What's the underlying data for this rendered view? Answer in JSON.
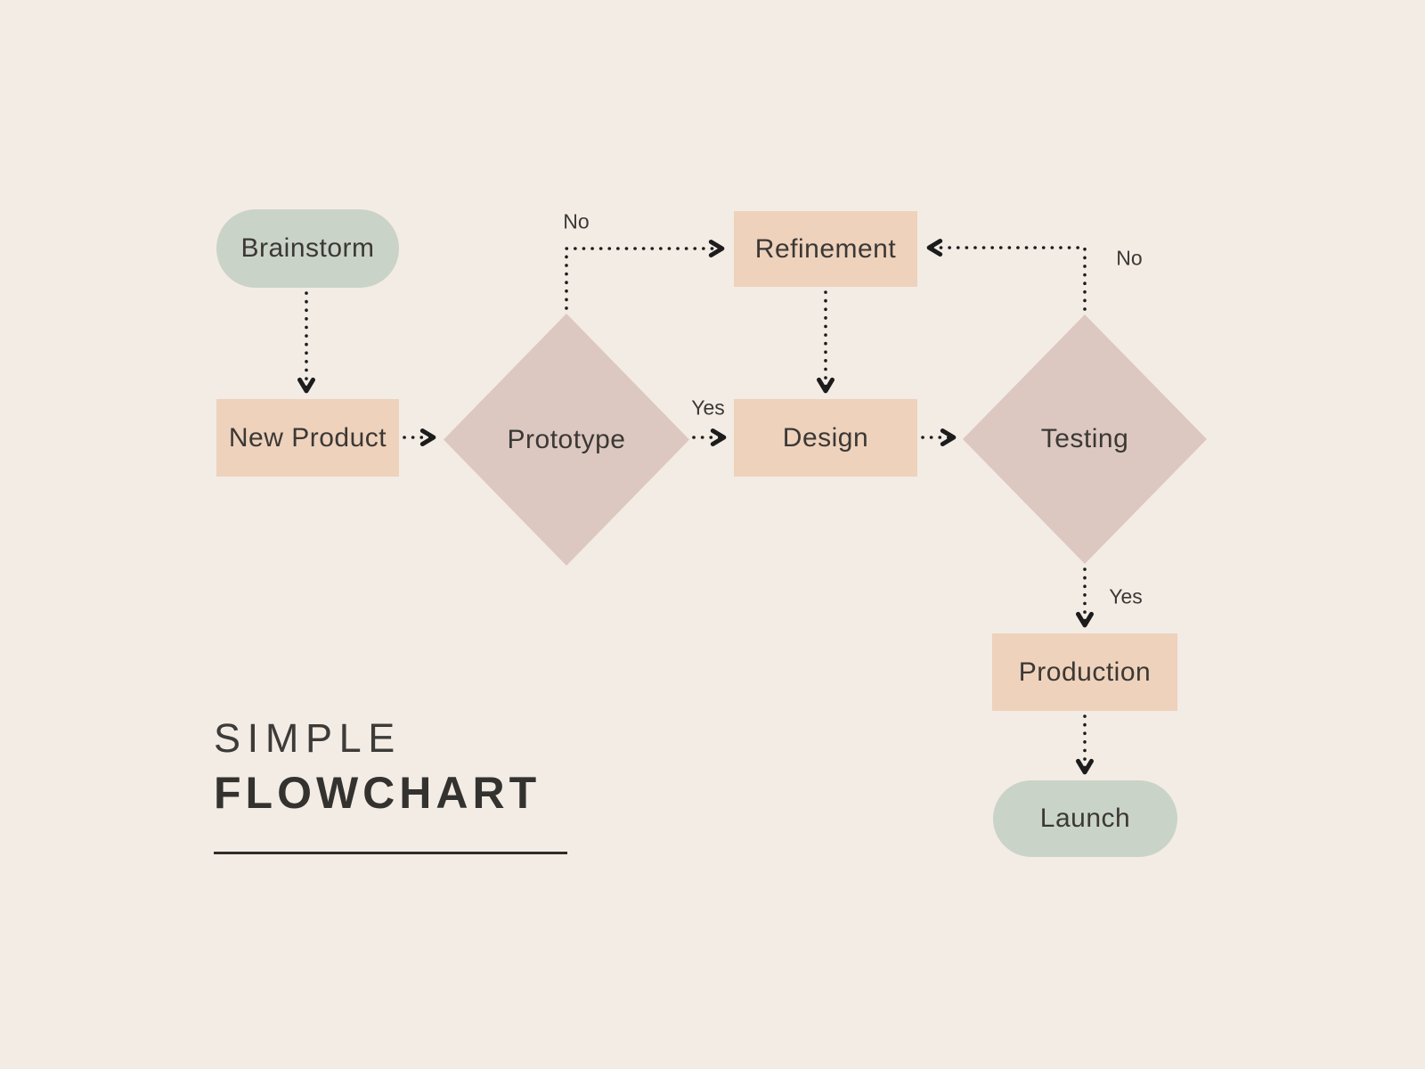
{
  "title": {
    "line1": "SIMPLE",
    "line2": "FLOWCHART"
  },
  "nodes": {
    "brainstorm": {
      "label": "Brainstorm",
      "type": "terminator"
    },
    "new_product": {
      "label": "New Product",
      "type": "process"
    },
    "prototype": {
      "label": "Prototype",
      "type": "decision"
    },
    "refinement": {
      "label": "Refinement",
      "type": "process"
    },
    "design": {
      "label": "Design",
      "type": "process"
    },
    "testing": {
      "label": "Testing",
      "type": "decision"
    },
    "production": {
      "label": "Production",
      "type": "process"
    },
    "launch": {
      "label": "Launch",
      "type": "terminator"
    }
  },
  "edge_labels": {
    "no_left": "No",
    "yes_left": "Yes",
    "no_right": "No",
    "yes_right": "Yes"
  },
  "edges": [
    {
      "from": "brainstorm",
      "to": "new_product",
      "label": ""
    },
    {
      "from": "new_product",
      "to": "prototype",
      "label": ""
    },
    {
      "from": "prototype",
      "to": "refinement",
      "label": "No"
    },
    {
      "from": "prototype",
      "to": "design",
      "label": "Yes"
    },
    {
      "from": "refinement",
      "to": "design",
      "label": ""
    },
    {
      "from": "design",
      "to": "testing",
      "label": ""
    },
    {
      "from": "testing",
      "to": "refinement",
      "label": "No"
    },
    {
      "from": "testing",
      "to": "production",
      "label": "Yes"
    },
    {
      "from": "production",
      "to": "launch",
      "label": ""
    }
  ],
  "colors": {
    "background": "#f3ece5",
    "terminator_fill": "#cad3c8",
    "process_fill": "#eed2bc",
    "decision_fill": "#dcc8c1",
    "arrow": "#1c1c1c",
    "node_text": "#3b3835",
    "title_text": "#33312e"
  }
}
